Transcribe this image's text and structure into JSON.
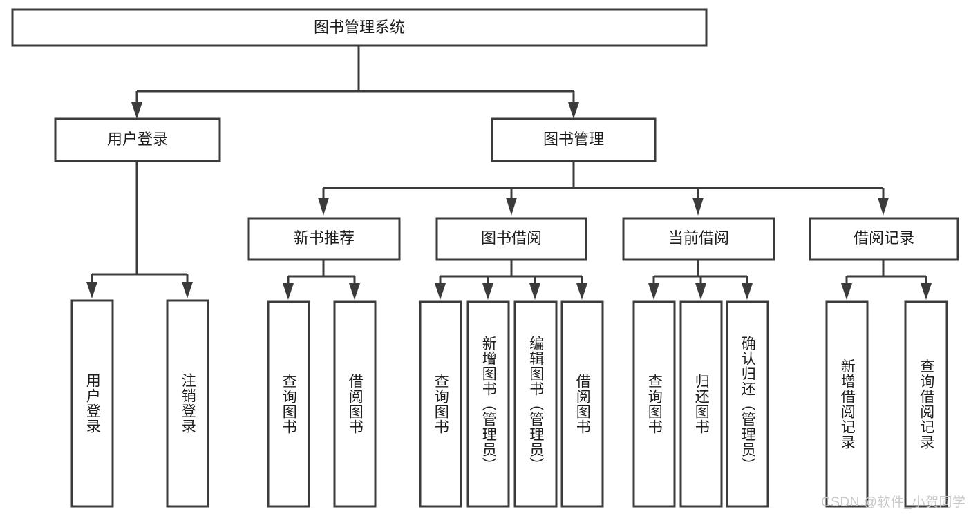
{
  "diagram": {
    "title_node": {
      "label": "图书管理系统",
      "orientation": "horizontal"
    },
    "level2": [
      {
        "id": "user-login",
        "label": "用户登录",
        "orientation": "horizontal"
      },
      {
        "id": "book-management",
        "label": "图书管理",
        "orientation": "horizontal"
      }
    ],
    "level3": [
      {
        "id": "new-book-recommend",
        "label": "新书推荐",
        "orientation": "horizontal"
      },
      {
        "id": "book-borrow",
        "label": "图书借阅",
        "orientation": "horizontal"
      },
      {
        "id": "current-borrow",
        "label": "当前借阅",
        "orientation": "horizontal"
      },
      {
        "id": "borrow-record",
        "label": "借阅记录",
        "orientation": "horizontal"
      }
    ],
    "leaves": [
      {
        "id": "leaf-user-login",
        "parent": "user-login",
        "label": "用户登录",
        "orientation": "vertical"
      },
      {
        "id": "leaf-logout",
        "parent": "user-login",
        "label": "注销登录",
        "orientation": "vertical"
      },
      {
        "id": "leaf-query-book-1",
        "parent": "new-book-recommend",
        "label": "查询图书",
        "orientation": "vertical"
      },
      {
        "id": "leaf-borrow-book-1",
        "parent": "new-book-recommend",
        "label": "借阅图书",
        "orientation": "vertical"
      },
      {
        "id": "leaf-query-book-2",
        "parent": "book-borrow",
        "label": "查询图书",
        "orientation": "vertical"
      },
      {
        "id": "leaf-add-book",
        "parent": "book-borrow",
        "label": "新增图书（管理员）",
        "orientation": "vertical"
      },
      {
        "id": "leaf-edit-book",
        "parent": "book-borrow",
        "label": "编辑图书（管理员）",
        "orientation": "vertical"
      },
      {
        "id": "leaf-borrow-book-2",
        "parent": "book-borrow",
        "label": "借阅图书",
        "orientation": "vertical"
      },
      {
        "id": "leaf-query-book-3",
        "parent": "current-borrow",
        "label": "查询图书",
        "orientation": "vertical"
      },
      {
        "id": "leaf-return-book",
        "parent": "current-borrow",
        "label": "归还图书",
        "orientation": "vertical"
      },
      {
        "id": "leaf-confirm-return",
        "parent": "current-borrow",
        "label": "确认归还（管理员）",
        "orientation": "vertical"
      },
      {
        "id": "leaf-add-record",
        "parent": "borrow-record",
        "label": "新增借阅记录",
        "orientation": "vertical"
      },
      {
        "id": "leaf-query-record",
        "parent": "borrow-record",
        "label": "查询借阅记录",
        "orientation": "vertical"
      }
    ],
    "watermark": "CSDN @软件_小贺同学",
    "colors": {
      "stroke": "#3b3b3b",
      "box_fill": "#ffffff",
      "text": "#1d1d1d",
      "background": "#ffffff",
      "watermark": "#c9c9c9"
    }
  }
}
